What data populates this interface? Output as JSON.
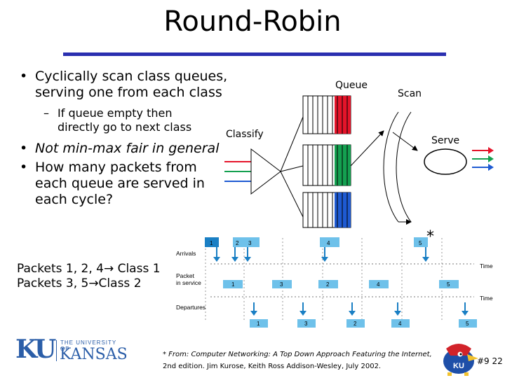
{
  "title": "Round-Robin",
  "bullets": {
    "b1_line1": "Cyclically scan class queues,",
    "b1_line2": "serving one from each class",
    "sub_line1": "If queue empty then",
    "sub_line2": "directly go to next class",
    "b2": "Not min-max fair in general",
    "b3_line1": "How many packets from",
    "b3_line2": "each queue are served in",
    "b3_line3": "each cycle?"
  },
  "diagram": {
    "queue_label": "Queue",
    "scan_label": "Scan",
    "classify_label": "Classify",
    "serve_label": "Serve",
    "asterisk": "*"
  },
  "timeline": {
    "arrivals_label": "Arrivals",
    "packet_in_service_line1": "Packet",
    "packet_in_service_line2": "in service",
    "departures_label": "Departures",
    "time_label": "Time",
    "arrival_numbers": [
      "1",
      "2",
      "3",
      "4",
      "5"
    ],
    "service_numbers": [
      "1",
      "3",
      "2",
      "4",
      "5"
    ],
    "departure_numbers": [
      "1",
      "3",
      "2",
      "4",
      "5"
    ]
  },
  "caption": {
    "line1": "Packets 1, 2, 4→ Class 1",
    "line2": "Packets 3, 5→Class 2"
  },
  "footnote": {
    "line1": "* From: Computer Networking: A Top Down Approach Featuring the Internet,",
    "line2": "2nd edition. Jim Kurose, Keith Ross Addison-Wesley, July 2002."
  },
  "logo": {
    "ku": "KU",
    "line1": "THE UNIVERSITY OF",
    "line2": "KANSAS"
  },
  "mascot_text": "KU",
  "slide_number": "#9 22",
  "colors": {
    "red": "#e5142a",
    "green": "#14a050",
    "blue": "#1e5ad2",
    "accent": "#2a2fb0",
    "ku_blue": "#2b5ea8"
  }
}
